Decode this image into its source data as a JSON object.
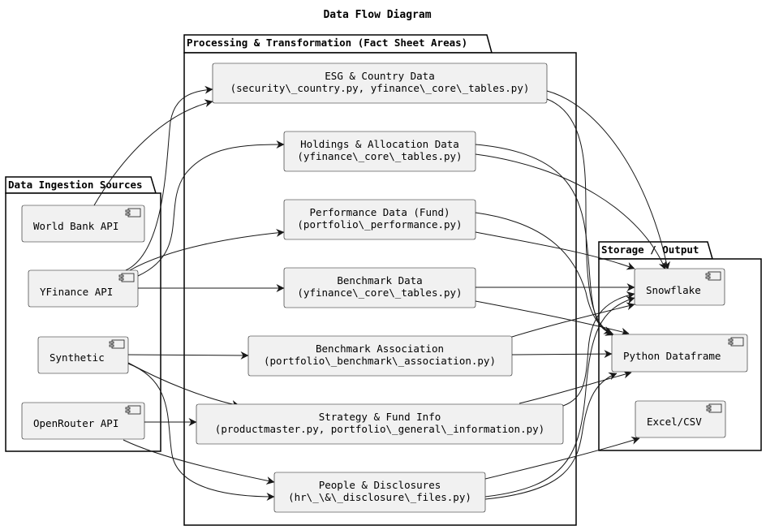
{
  "title": "Data Flow Diagram",
  "packages": {
    "ingestion": {
      "label": "Data Ingestion Sources"
    },
    "processing": {
      "label": "Processing & Transformation (Fact Sheet Areas)"
    },
    "storage": {
      "label": "Storage / Output"
    }
  },
  "sources": {
    "worldbank": "World Bank API",
    "yfinance": "YFinance API",
    "synthetic": "Synthetic",
    "openrouter": "OpenRouter API"
  },
  "processes": {
    "esg": {
      "line1": "ESG & Country Data",
      "line2": "(security\\_country.py, yfinance\\_core\\_tables.py)"
    },
    "holdings": {
      "line1": "Holdings & Allocation Data",
      "line2": "(yfinance\\_core\\_tables.py)"
    },
    "performance": {
      "line1": "Performance Data (Fund)",
      "line2": "(portfolio\\_performance.py)"
    },
    "benchmark": {
      "line1": "Benchmark Data",
      "line2": "(yfinance\\_core\\_tables.py)"
    },
    "benchassoc": {
      "line1": "Benchmark Association",
      "line2": "(portfolio\\_benchmark\\_association.py)"
    },
    "strategy": {
      "line1": "Strategy & Fund Info",
      "line2": "(productmaster.py, portfolio\\_general\\_information.py)"
    },
    "people": {
      "line1": "People & Disclosures",
      "line2": "(hr\\_\\&\\_disclosure\\_files.py)"
    }
  },
  "outputs": {
    "snowflake": "Snowflake",
    "python": "Python Dataframe",
    "excel": "Excel/CSV"
  },
  "icons": {
    "component": "component-icon",
    "package": "package-folder"
  }
}
